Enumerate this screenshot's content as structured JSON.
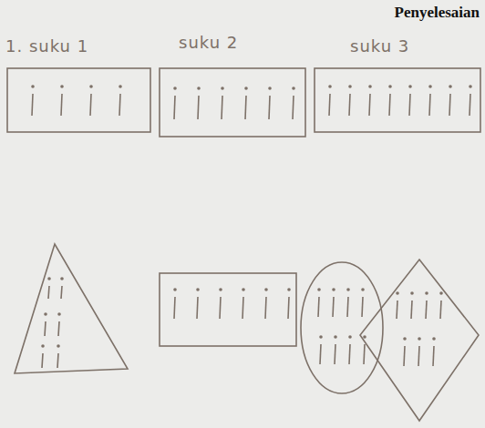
{
  "diagram": {
    "title": "Penyelesaian",
    "labels": [
      "1. suku 1",
      "suku 2",
      "suku 3"
    ]
  }
}
